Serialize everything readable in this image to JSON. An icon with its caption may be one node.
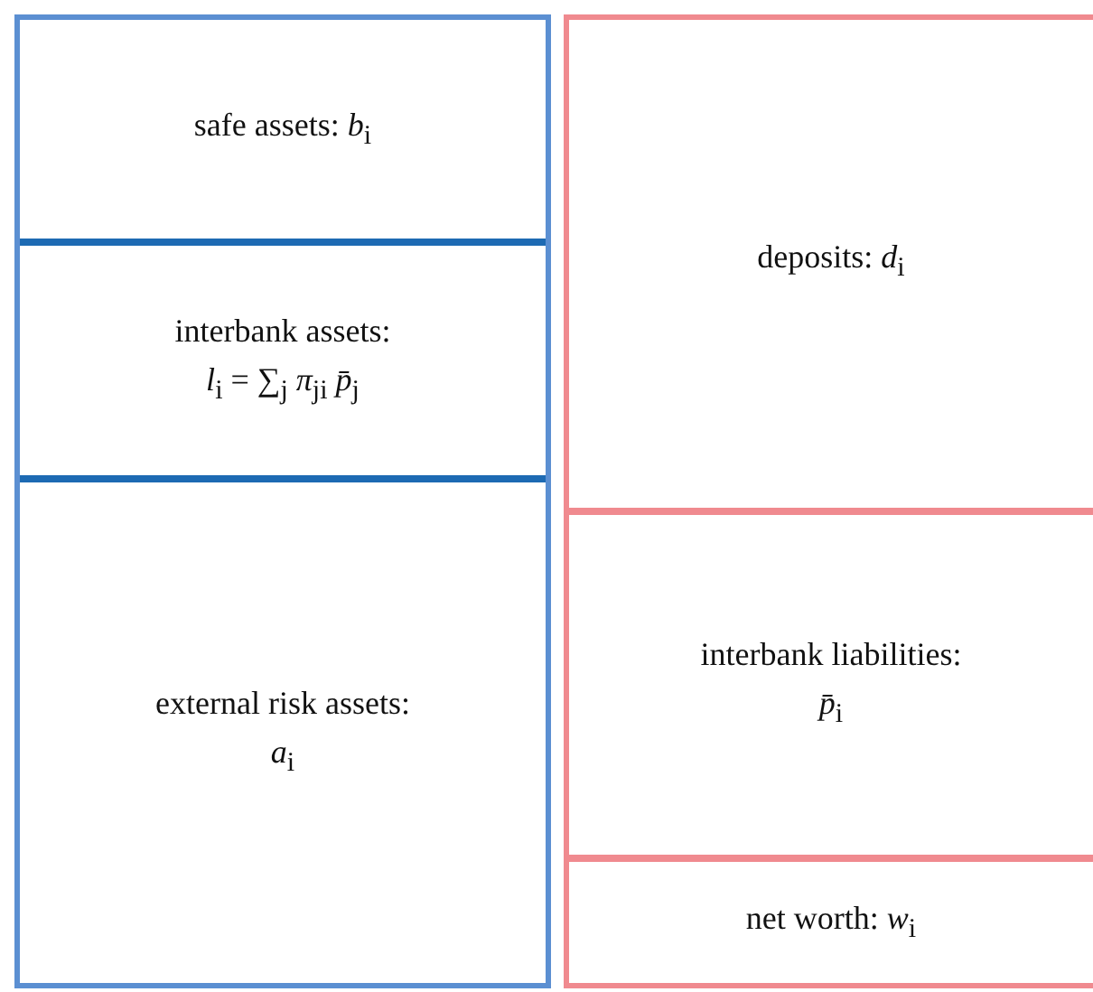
{
  "diagram": {
    "nodes": [
      {
        "text": [],
        "shape": "box"
      },
      {
        "text": [
          "safe assets: *b*$_{i}$"
        ],
        "in": 0
      },
      {
        "text": [
          "interbank assets:",
          "*l*$_{i}$ = ∑$_{j}$ *π*$_{ji}$ *p̄*$_{j}$"
        ],
        "in": 0
      },
      {
        "text": [
          "external risk assets:",
          "*a*$_{i}$"
        ],
        "in": 0
      },
      {
        "text": [],
        "shape": "box"
      },
      {
        "text": [
          "deposits: *d*$_{i}$"
        ],
        "in": 4
      },
      {
        "text": [
          "interbank liabilities:",
          "*p̄*$_{i}$"
        ],
        "in": 4
      },
      {
        "text": [
          "net worth: *w*$_{i}$"
        ],
        "in": 4
      }
    ]
  }
}
